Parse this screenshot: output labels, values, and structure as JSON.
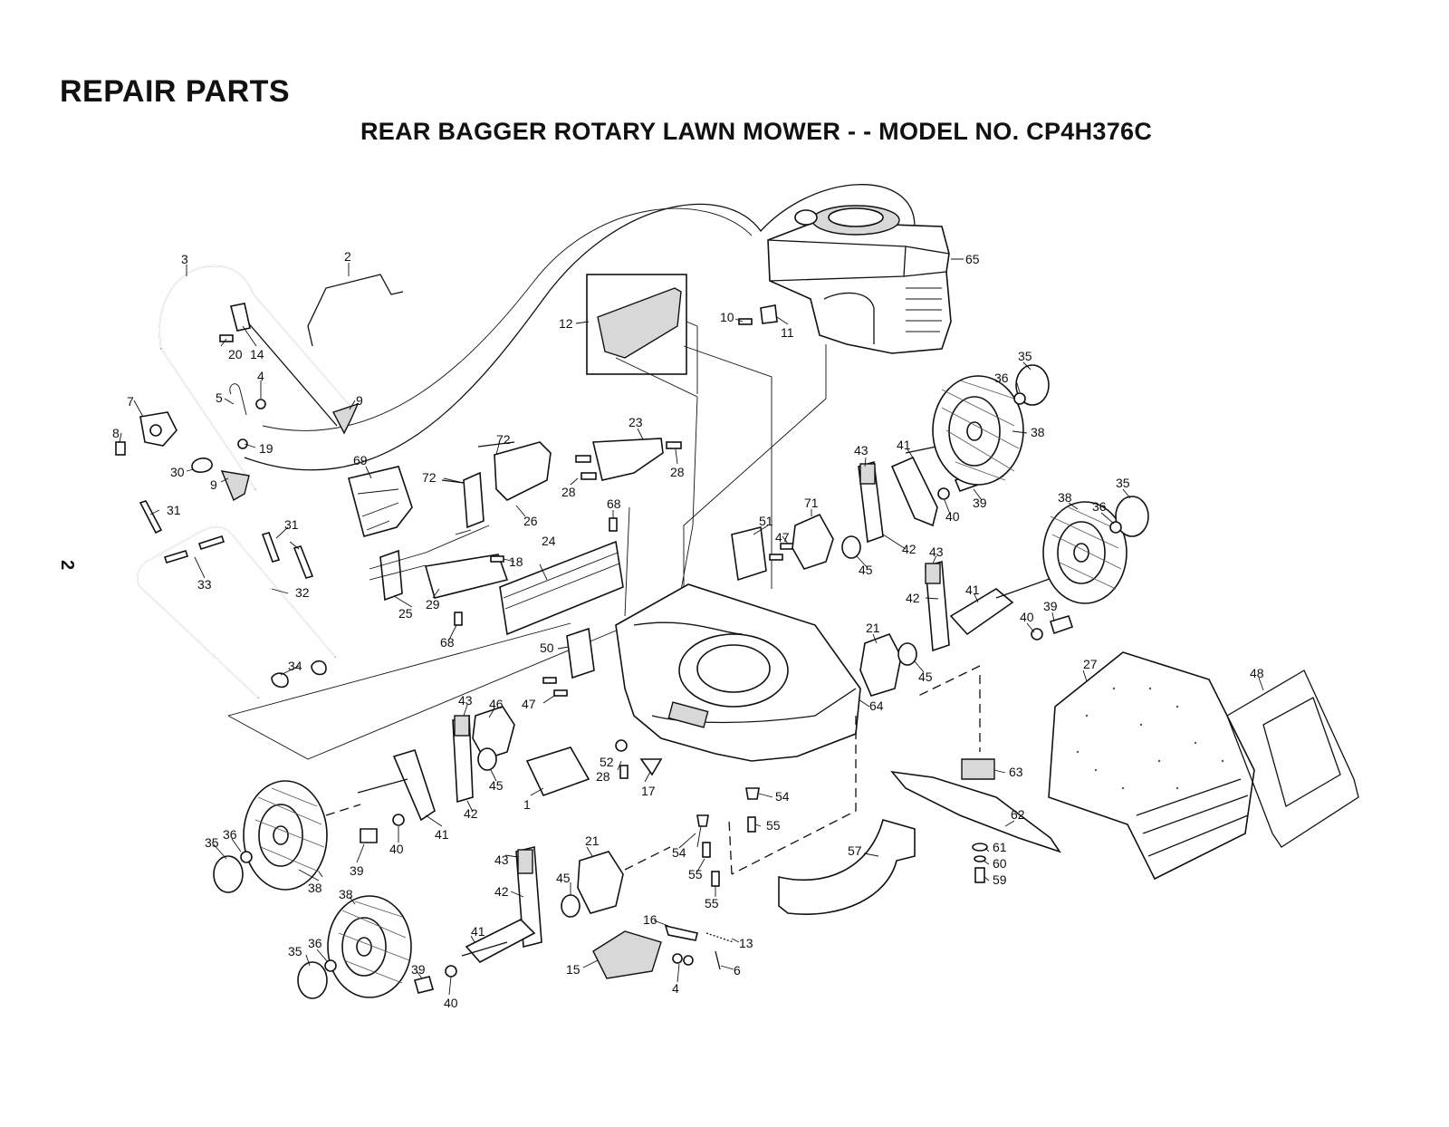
{
  "header": {
    "title": "REPAIR PARTS",
    "subtitle": "REAR BAGGER ROTARY LAWN MOWER - - MODEL NO.  CP4H376C"
  },
  "page_number": "2",
  "callouts": [
    {
      "id": "c1",
      "label": "1"
    },
    {
      "id": "c2",
      "label": "2"
    },
    {
      "id": "c3",
      "label": "3"
    },
    {
      "id": "c4a",
      "label": "4"
    },
    {
      "id": "c4b",
      "label": "4"
    },
    {
      "id": "c5",
      "label": "5"
    },
    {
      "id": "c6",
      "label": "6"
    },
    {
      "id": "c7",
      "label": "7"
    },
    {
      "id": "c8",
      "label": "8"
    },
    {
      "id": "c9a",
      "label": "9"
    },
    {
      "id": "c9b",
      "label": "9"
    },
    {
      "id": "c10",
      "label": "10"
    },
    {
      "id": "c11",
      "label": "11"
    },
    {
      "id": "c12",
      "label": "12"
    },
    {
      "id": "c13",
      "label": "13"
    },
    {
      "id": "c14",
      "label": "14"
    },
    {
      "id": "c15",
      "label": "15"
    },
    {
      "id": "c16",
      "label": "16"
    },
    {
      "id": "c17",
      "label": "17"
    },
    {
      "id": "c18",
      "label": "18"
    },
    {
      "id": "c19",
      "label": "19"
    },
    {
      "id": "c20",
      "label": "20"
    },
    {
      "id": "c21a",
      "label": "21"
    },
    {
      "id": "c21b",
      "label": "21"
    },
    {
      "id": "c23",
      "label": "23"
    },
    {
      "id": "c24",
      "label": "24"
    },
    {
      "id": "c25",
      "label": "25"
    },
    {
      "id": "c26",
      "label": "26"
    },
    {
      "id": "c27",
      "label": "27"
    },
    {
      "id": "c28a",
      "label": "28"
    },
    {
      "id": "c28b",
      "label": "28"
    },
    {
      "id": "c28c",
      "label": "28"
    },
    {
      "id": "c29",
      "label": "29"
    },
    {
      "id": "c30",
      "label": "30"
    },
    {
      "id": "c31a",
      "label": "31"
    },
    {
      "id": "c31b",
      "label": "31"
    },
    {
      "id": "c32",
      "label": "32"
    },
    {
      "id": "c33",
      "label": "33"
    },
    {
      "id": "c34",
      "label": "34"
    },
    {
      "id": "c35a",
      "label": "35"
    },
    {
      "id": "c35b",
      "label": "35"
    },
    {
      "id": "c35c",
      "label": "35"
    },
    {
      "id": "c35d",
      "label": "35"
    },
    {
      "id": "c36a",
      "label": "36"
    },
    {
      "id": "c36b",
      "label": "36"
    },
    {
      "id": "c36c",
      "label": "36"
    },
    {
      "id": "c36d",
      "label": "36"
    },
    {
      "id": "c38a",
      "label": "38"
    },
    {
      "id": "c38b",
      "label": "38"
    },
    {
      "id": "c38c",
      "label": "38"
    },
    {
      "id": "c38d",
      "label": "38"
    },
    {
      "id": "c39a",
      "label": "39"
    },
    {
      "id": "c39b",
      "label": "39"
    },
    {
      "id": "c39c",
      "label": "39"
    },
    {
      "id": "c39d",
      "label": "39"
    },
    {
      "id": "c40a",
      "label": "40"
    },
    {
      "id": "c40b",
      "label": "40"
    },
    {
      "id": "c40c",
      "label": "40"
    },
    {
      "id": "c40d",
      "label": "40"
    },
    {
      "id": "c41a",
      "label": "41"
    },
    {
      "id": "c41b",
      "label": "41"
    },
    {
      "id": "c41c",
      "label": "41"
    },
    {
      "id": "c41d",
      "label": "41"
    },
    {
      "id": "c42a",
      "label": "42"
    },
    {
      "id": "c42b",
      "label": "42"
    },
    {
      "id": "c42c",
      "label": "42"
    },
    {
      "id": "c42d",
      "label": "42"
    },
    {
      "id": "c43a",
      "label": "43"
    },
    {
      "id": "c43b",
      "label": "43"
    },
    {
      "id": "c43c",
      "label": "43"
    },
    {
      "id": "c43d",
      "label": "43"
    },
    {
      "id": "c45a",
      "label": "45"
    },
    {
      "id": "c45b",
      "label": "45"
    },
    {
      "id": "c45c",
      "label": "45"
    },
    {
      "id": "c45d",
      "label": "45"
    },
    {
      "id": "c46",
      "label": "46"
    },
    {
      "id": "c47a",
      "label": "47"
    },
    {
      "id": "c47b",
      "label": "47"
    },
    {
      "id": "c48",
      "label": "48"
    },
    {
      "id": "c50",
      "label": "50"
    },
    {
      "id": "c51",
      "label": "51"
    },
    {
      "id": "c52",
      "label": "52"
    },
    {
      "id": "c54a",
      "label": "54"
    },
    {
      "id": "c54b",
      "label": "54"
    },
    {
      "id": "c55a",
      "label": "55"
    },
    {
      "id": "c55b",
      "label": "55"
    },
    {
      "id": "c55c",
      "label": "55"
    },
    {
      "id": "c57",
      "label": "57"
    },
    {
      "id": "c59",
      "label": "59"
    },
    {
      "id": "c60",
      "label": "60"
    },
    {
      "id": "c61",
      "label": "61"
    },
    {
      "id": "c62",
      "label": "62"
    },
    {
      "id": "c63",
      "label": "63"
    },
    {
      "id": "c64",
      "label": "64"
    },
    {
      "id": "c65",
      "label": "65"
    },
    {
      "id": "c68a",
      "label": "68"
    },
    {
      "id": "c68b",
      "label": "68"
    },
    {
      "id": "c69",
      "label": "69"
    },
    {
      "id": "c71",
      "label": "71"
    },
    {
      "id": "c72a",
      "label": "72"
    },
    {
      "id": "c72b",
      "label": "72"
    }
  ]
}
